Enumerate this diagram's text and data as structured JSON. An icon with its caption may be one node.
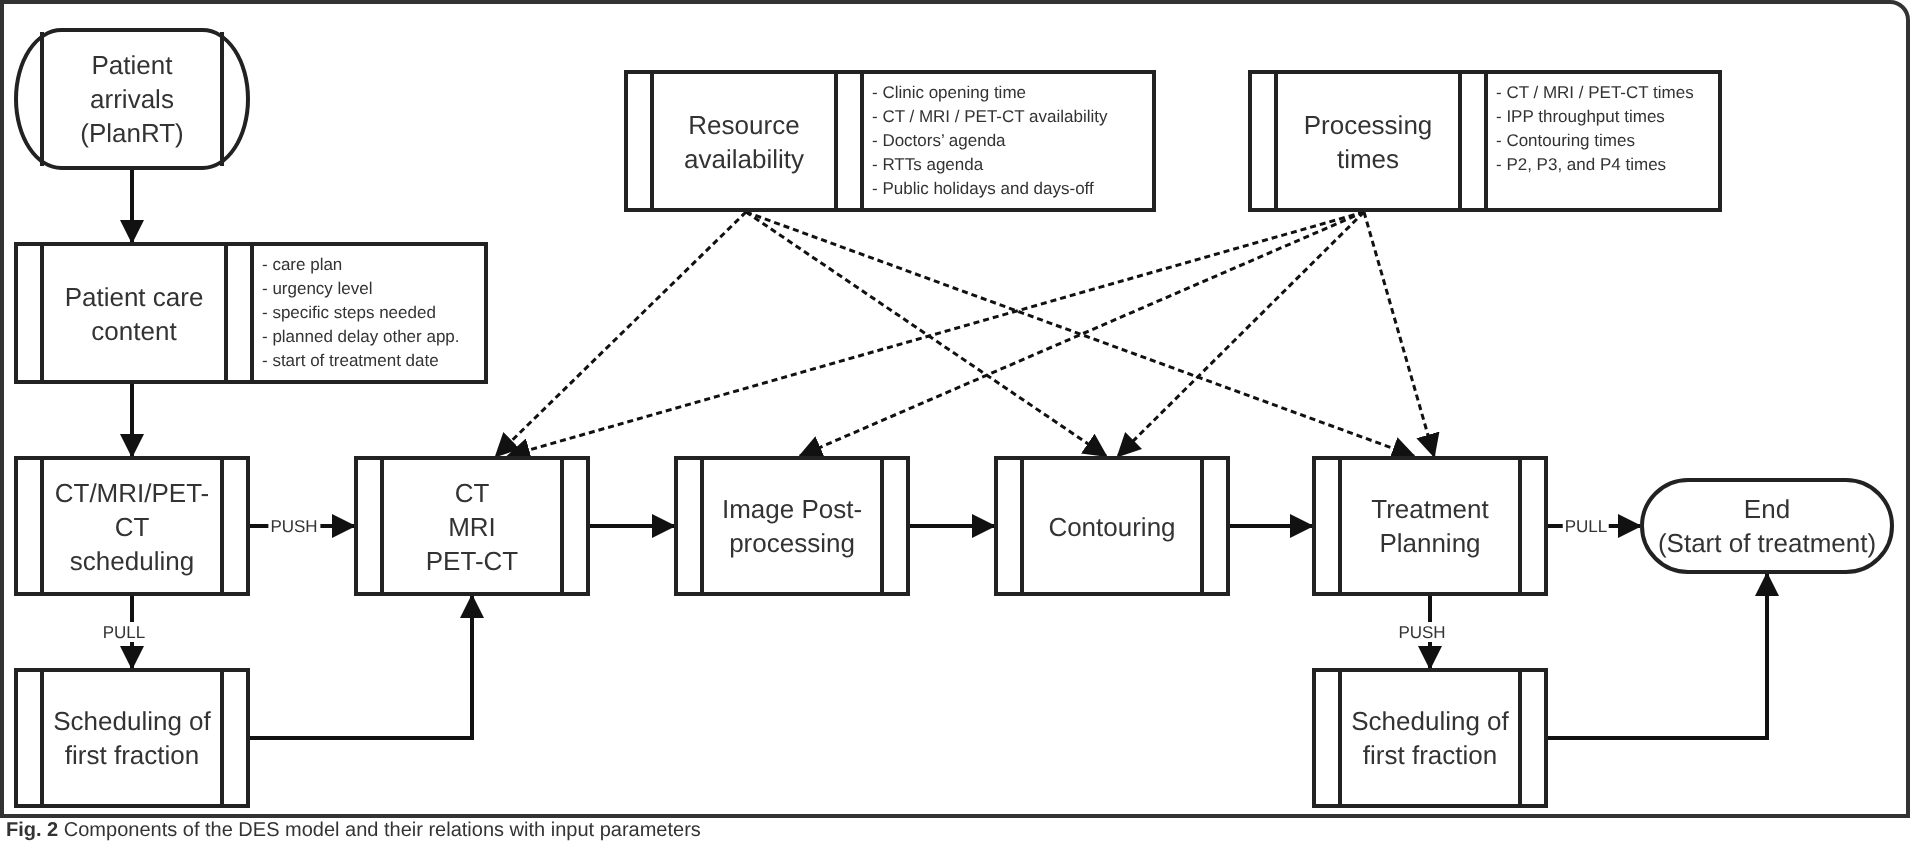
{
  "diagram": {
    "caption": "**Fig. 2** Components of the DES model and their relations with input parameters",
    "nodes": [
      {
        "text": [
          "Patient arrivals",
          "(PlanRT)"
        ]
      },
      {
        "text": [
          "Patient care content",
          "- care plan",
          "- urgency level",
          "- specific steps needed",
          "- planned delay other app.",
          "- start of treatment date"
        ]
      },
      {
        "text": [
          "Resource availability",
          "- Clinic opening time",
          "- CT / MRI / PET-CT availability",
          "- Doctors’ agenda",
          "- RTTs agenda",
          "- Public holidays and days-off"
        ]
      },
      {
        "text": [
          "Processing times",
          "- CT / MRI / PET-CT times",
          "- IPP throughput times",
          "- Contouring times",
          "- P2, P3, and P4 times"
        ]
      },
      {
        "text": [
          "CT/MRI/PET-CT scheduling"
        ]
      },
      {
        "text": [
          "CT",
          "MRI",
          "PET-CT"
        ]
      },
      {
        "text": [
          "Image Post-processing"
        ]
      },
      {
        "text": [
          "Contouring"
        ]
      },
      {
        "text": [
          "Treatment Planning"
        ]
      },
      {
        "text": [
          "End",
          "(Start of treatment)"
        ]
      },
      {
        "text": [
          "Scheduling of first fraction"
        ]
      },
      {
        "text": [
          "Scheduling of first fraction"
        ]
      }
    ],
    "edges": [
      {
        "from": 0,
        "to": 1,
        "arrow": "to"
      },
      {
        "from": 1,
        "to": 4,
        "arrow": "to"
      },
      {
        "from": 4,
        "to": 5,
        "arrow": "to",
        "label": "PUSH"
      },
      {
        "from": 4,
        "to": 10,
        "arrow": "to",
        "label": "PULL"
      },
      {
        "from": 10,
        "to": 5,
        "arrow": "to"
      },
      {
        "from": 5,
        "to": 6,
        "arrow": "to"
      },
      {
        "from": 6,
        "to": 7,
        "arrow": "to"
      },
      {
        "from": 7,
        "to": 8,
        "arrow": "to"
      },
      {
        "from": 8,
        "to": 9,
        "arrow": "to",
        "label": "PULL"
      },
      {
        "from": 8,
        "to": 11,
        "arrow": "to",
        "label": "PUSH"
      },
      {
        "from": 11,
        "to": 9,
        "arrow": "to"
      },
      {
        "from": 2,
        "to": 5,
        "arrow": "to",
        "style": "dashed"
      },
      {
        "from": 2,
        "to": 7,
        "arrow": "to",
        "style": "dashed"
      },
      {
        "from": 2,
        "to": 8,
        "arrow": "to",
        "style": "dashed"
      },
      {
        "from": 3,
        "to": 5,
        "arrow": "to",
        "style": "dashed"
      },
      {
        "from": 3,
        "to": 6,
        "arrow": "to",
        "style": "dashed"
      },
      {
        "from": 3,
        "to": 7,
        "arrow": "to",
        "style": "dashed"
      },
      {
        "from": 3,
        "to": 8,
        "arrow": "to",
        "style": "dashed"
      }
    ]
  }
}
